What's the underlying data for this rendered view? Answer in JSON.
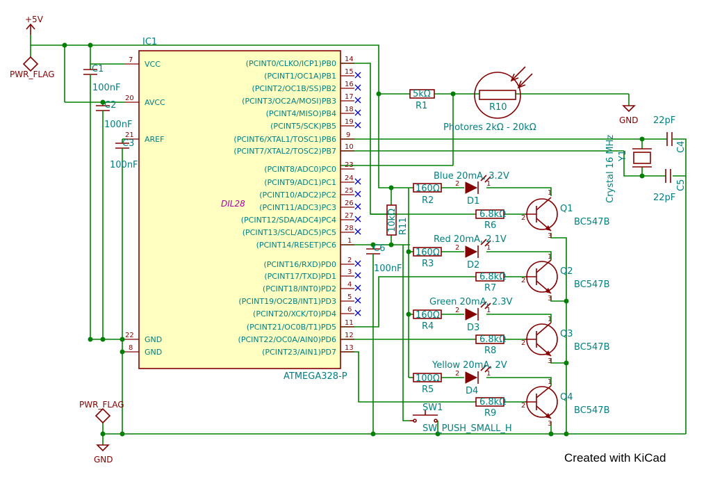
{
  "power": {
    "vcc": "+5V",
    "gnd1": "GND",
    "gnd2": "GND",
    "flag1": "PWR_FLAG",
    "flag2": "PWR_FLAG"
  },
  "ic": {
    "ref": "IC1",
    "value": "ATMEGA328-P",
    "footprint": "DIL28",
    "left_pins": [
      {
        "num": "7",
        "name": "VCC"
      },
      {
        "num": "20",
        "name": "AVCC"
      },
      {
        "num": "21",
        "name": "AREF"
      },
      {
        "num": "22",
        "name": "GND"
      },
      {
        "num": "8",
        "name": "GND"
      }
    ],
    "right_pins": [
      {
        "num": "14",
        "name": "(PCINT0/CLKO/ICP1)PB0"
      },
      {
        "num": "15",
        "name": "(PCINT1/OC1A)PB1"
      },
      {
        "num": "16",
        "name": "(PCINT2/OC1B/SS)PB2"
      },
      {
        "num": "17",
        "name": "(PCINT3/OC2A/MOSI)PB3"
      },
      {
        "num": "18",
        "name": "(PCINT4/MISO)PB4"
      },
      {
        "num": "19",
        "name": "(PCINT5/SCK)PB5"
      },
      {
        "num": "9",
        "name": "(PCINT6/XTAL1/TOSC1)PB6"
      },
      {
        "num": "10",
        "name": "(PCINT7/XTAL2/TOSC2)PB7"
      },
      {
        "num": "23",
        "name": "(PCINT8/ADC0)PC0"
      },
      {
        "num": "24",
        "name": "(PCINT9/ADC1)PC1"
      },
      {
        "num": "25",
        "name": "(PCINT10/ADC2)PC2"
      },
      {
        "num": "26",
        "name": "(PCINT11/ADC3)PC3"
      },
      {
        "num": "27",
        "name": "(PCINT12/SDA/ADC4)PC4"
      },
      {
        "num": "28",
        "name": "(PCINT13/SCL/ADC5)PC5"
      },
      {
        "num": "1",
        "name": "(PCINT14/RESET)PC6"
      },
      {
        "num": "2",
        "name": "(PCINT16/RXD)PD0"
      },
      {
        "num": "3",
        "name": "(PCINT17/TXD)PD1"
      },
      {
        "num": "4",
        "name": "(PCINT18/INT0)PD2"
      },
      {
        "num": "5",
        "name": "(PCINT19/OC2B/INT1)PD3"
      },
      {
        "num": "6",
        "name": "(PCINT20/XCK/T0)PD4"
      },
      {
        "num": "11",
        "name": "(PCINT21/OC0B/T1)PD5"
      },
      {
        "num": "12",
        "name": "(PCINT22/OC0A/AIN0)PD6"
      },
      {
        "num": "13",
        "name": "(PCINT23/AIN1)PD7"
      }
    ]
  },
  "caps": {
    "c1": {
      "ref": "C1",
      "value": "100nF"
    },
    "c2": {
      "ref": "C2",
      "value": "100nF"
    },
    "c3": {
      "ref": "C3",
      "value": "100nF"
    },
    "c4": {
      "ref": "C4",
      "value": "22pF"
    },
    "c5": {
      "ref": "C5",
      "value": "22pF"
    },
    "c6": {
      "ref": "C6",
      "value": "100nF"
    }
  },
  "resistors": {
    "r1": {
      "ref": "R1",
      "value": "5kΩ"
    },
    "r10": {
      "ref": "R10",
      "value": "Photores 2kΩ - 20kΩ"
    },
    "r11": {
      "ref": "R11",
      "value": "10kΩ"
    },
    "r2": {
      "ref": "R2",
      "value": "160Ω"
    },
    "r3": {
      "ref": "R3",
      "value": "160Ω"
    },
    "r4": {
      "ref": "R4",
      "value": "160Ω"
    },
    "r5": {
      "ref": "R5",
      "value": "100Ω"
    },
    "r6": {
      "ref": "R6",
      "value": "6.8kΩ"
    },
    "r7": {
      "ref": "R7",
      "value": "6.8kΩ"
    },
    "r8": {
      "ref": "R8",
      "value": "6.8kΩ"
    },
    "r9": {
      "ref": "R9",
      "value": "6.8kΩ"
    }
  },
  "leds": {
    "d1": {
      "ref": "D1",
      "value": "Blue 20mA, 3.2V"
    },
    "d2": {
      "ref": "D2",
      "value": "Red 20mA, 2.1V"
    },
    "d3": {
      "ref": "D3",
      "value": "Green 20mA, 2.3V"
    },
    "d4": {
      "ref": "D4",
      "value": "Yellow 20mA, 2V"
    }
  },
  "transistors": {
    "q1": {
      "ref": "Q1",
      "value": "BC547B"
    },
    "q2": {
      "ref": "Q2",
      "value": "BC547B"
    },
    "q3": {
      "ref": "Q3",
      "value": "BC547B"
    },
    "q4": {
      "ref": "Q4",
      "value": "BC547B"
    }
  },
  "crystal": {
    "ref": "Y1",
    "value": "Crystal 16 MHz"
  },
  "switch": {
    "ref": "SW1",
    "value": "SW_PUSH_SMALL_H"
  },
  "credit": "Created with KiCad"
}
